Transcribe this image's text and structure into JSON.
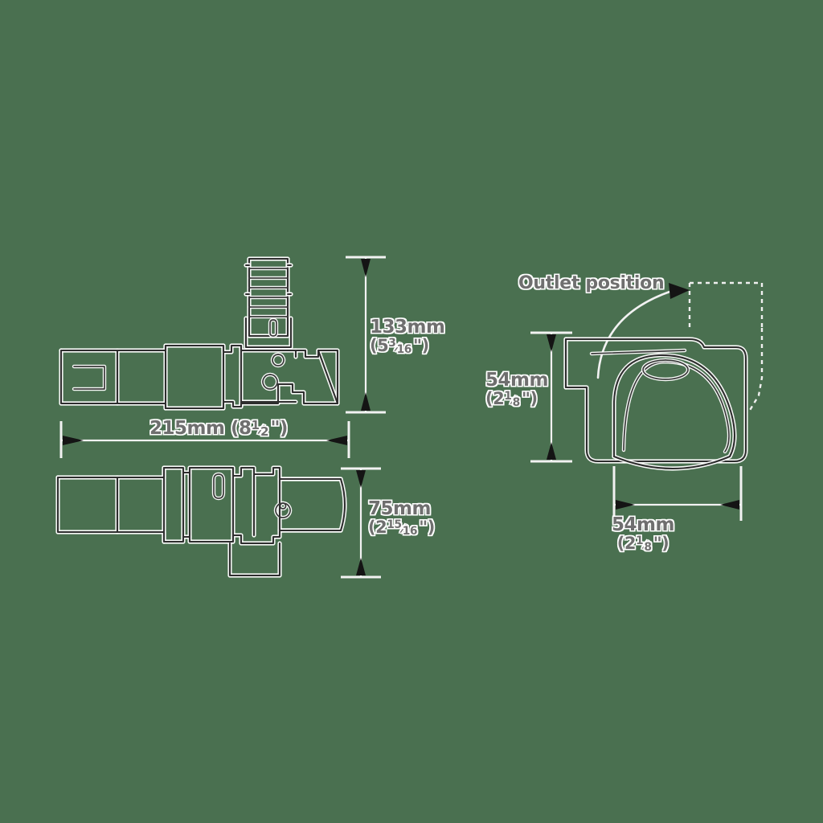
{
  "background_color": "#4a7050",
  "line_color": "#2e2e2e",
  "text_color": "#6f6f6f",
  "text_halo_color": "#ffffff",
  "document": {
    "type": "technical-dimension-drawing",
    "subject": "pump / outlet fitting assembly"
  },
  "dimensions": {
    "height_133": {
      "name": "height-dimension",
      "metric": "133mm",
      "imperial_whole": "(5",
      "imperial_num": "3",
      "imperial_den": "16",
      "imperial_close": "\")",
      "imperial_full": "(5 3/16\")",
      "orientation": "vertical"
    },
    "length_215": {
      "name": "overall-length-dimension",
      "metric": "215mm",
      "imperial_whole": "(8",
      "imperial_num": "1",
      "imperial_den": "2",
      "imperial_close": "\")",
      "imperial_full": "215mm (8 1/2\")",
      "orientation": "horizontal",
      "inline_text": "215mm (8"
    },
    "height_75": {
      "name": "width-dimension",
      "metric": "75mm",
      "imperial_whole": "(2",
      "imperial_num": "15",
      "imperial_den": "16",
      "imperial_close": "\")",
      "imperial_full": "(2 15/16\")",
      "orientation": "vertical"
    },
    "height_54": {
      "name": "body-height-dimension",
      "metric": "54mm",
      "imperial_whole": "(2",
      "imperial_num": "1",
      "imperial_den": "8",
      "imperial_close": "\")",
      "imperial_full": "(2 1/8\")",
      "orientation": "vertical"
    },
    "width_54": {
      "name": "body-width-dimension",
      "metric": "54mm",
      "imperial_whole": "(2",
      "imperial_num": "1",
      "imperial_den": "8",
      "imperial_close": "\")",
      "imperial_full": "(2 1/8\")",
      "orientation": "horizontal"
    }
  },
  "annotations": {
    "outlet": {
      "name": "outlet-position-callout",
      "label": "Outlet position"
    }
  },
  "views": {
    "top_left": {
      "name": "side-elevation-view"
    },
    "bottom_left": {
      "name": "plan-view"
    },
    "right": {
      "name": "end-elevation-view"
    }
  }
}
